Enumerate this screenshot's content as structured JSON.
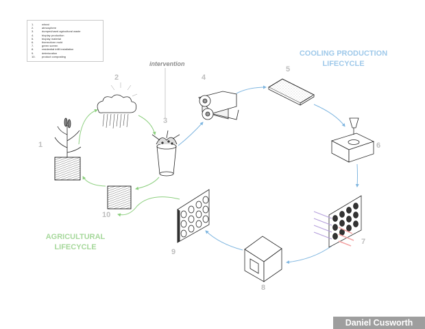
{
  "legend": {
    "items": [
      {
        "num": "1.",
        "label": "wheat"
      },
      {
        "num": "2.",
        "label": "atmosphere"
      },
      {
        "num": "3.",
        "label": "dumped/used agricultural waste"
      },
      {
        "num": "4.",
        "label": "bioplay production"
      },
      {
        "num": "5.",
        "label": "bioplay material"
      },
      {
        "num": "6.",
        "label": "thermoform mold"
      },
      {
        "num": "7.",
        "label": "green screen"
      },
      {
        "num": "8.",
        "label": "residential infill installation"
      },
      {
        "num": "9.",
        "label": "deterioration"
      },
      {
        "num": "10.",
        "label": "product composting"
      }
    ]
  },
  "labels": {
    "intervention": "intervention",
    "cooling_title_line1": "COOLING PRODUCTION",
    "cooling_title_line2": "LIFECYCLE",
    "agri_title_line1": "AGRICULTURAL",
    "agri_title_line2": "LIFECYCLE",
    "credit": "Daniel Cusworth"
  },
  "stages": [
    "1",
    "2",
    "3",
    "4",
    "5",
    "6",
    "7",
    "8",
    "9",
    "10"
  ],
  "colors": {
    "green_arrow": "#8ccf7e",
    "blue_arrow": "#7fb6e0",
    "stage_number": "#bdbdbd",
    "line_art": "#222222"
  }
}
